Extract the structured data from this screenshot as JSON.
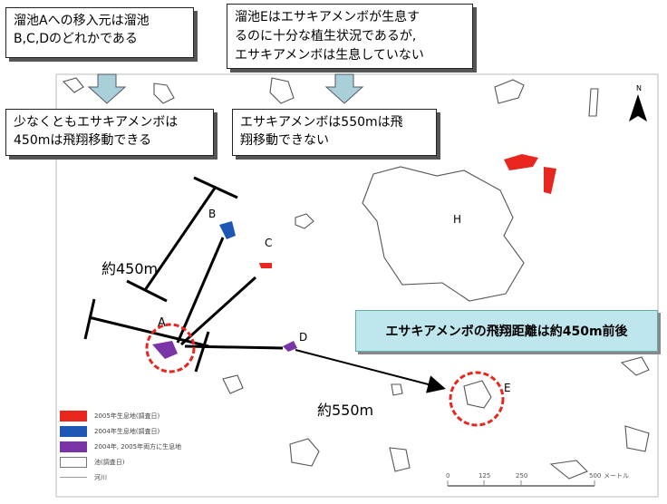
{
  "callouts": {
    "top_left": [
      "溜池Aへの移入元は溜池",
      "B,C,Dのどれかである"
    ],
    "top_right": [
      "溜池Eはエサキアメンボが生息す",
      "るのに十分な植生状況であるが,",
      "エサキアメンボは生息していない"
    ],
    "mid_left": [
      "少なくともエサキアメンボは",
      "450mは飛翔移動できる"
    ],
    "mid_right": [
      "エサキアメンボは550mは飛",
      "翔移動できない"
    ]
  },
  "banner": "エサキアメンボの飛翔距離は約450m前後",
  "map_labels": {
    "A": "A",
    "B": "B",
    "C": "C",
    "D": "D",
    "E": "E",
    "H": "H",
    "dist_450": "約450m",
    "dist_550": "約550m",
    "north": "N"
  },
  "legend": [
    {
      "label": "2005年生息地(調査日)",
      "color": "#e8261e",
      "kind": "fill"
    },
    {
      "label": "2004年生息地(調査日)",
      "color": "#1e56b4",
      "kind": "fill"
    },
    {
      "label": "2004年, 2005年両方に生息地",
      "color": "#7b33a8",
      "kind": "fill"
    },
    {
      "label": "池(調査日)",
      "color": "#ffffff",
      "kind": "outline"
    },
    {
      "label": "河川",
      "color": "#999999",
      "kind": "line"
    }
  ],
  "scale": {
    "ticks": [
      "0",
      "125",
      "250",
      "500"
    ],
    "unit": "メートル"
  },
  "colors": {
    "banner_bg": "#bfe6ec",
    "arrow_down": "#a9cfd8",
    "circle": "#e8261e"
  }
}
